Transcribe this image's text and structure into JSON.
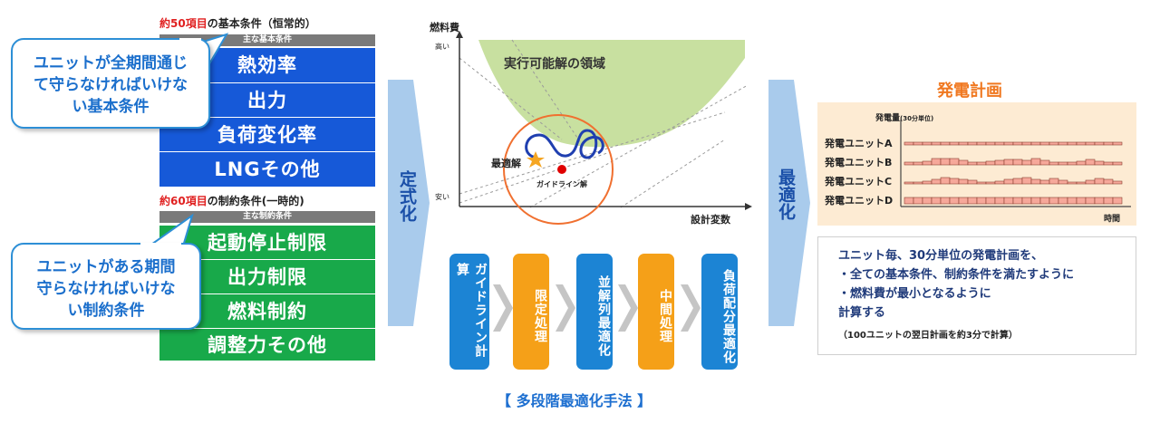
{
  "left": {
    "basic_caption_highlight": "約50項目",
    "basic_caption_rest": "の基本条件（恒常的）",
    "basic_header": "主な基本条件",
    "basic_items": [
      "熱効率",
      "出力",
      "負荷変化率",
      "LNGその他"
    ],
    "constraint_caption_highlight": "約60項目",
    "constraint_caption_rest": "の制約条件(一時的)",
    "constraint_header": "主な制約条件",
    "constraint_items": [
      "起動停止制限",
      "出力制限",
      "燃料制約",
      "調整力その他"
    ],
    "callout_top": "ユニットが全期間通じて守らなければいけない基本条件",
    "callout_bottom": "ユニットがある期間守らなければいけない制約条件"
  },
  "arrows": {
    "left_label": "定式化",
    "right_label": "最適化"
  },
  "chart": {
    "ylabel": "燃料費",
    "y_high": "高い",
    "y_low": "安い",
    "xlabel": "設計変数",
    "region_label": "実行可能解の領域",
    "optimum_label": "最適解",
    "guideline_label": "ガイドライン解"
  },
  "steps": [
    {
      "label": "ガイドライン計算",
      "color": "blue"
    },
    {
      "label": "限定処理",
      "color": "orange"
    },
    {
      "label": "並解列最適化",
      "color": "blue"
    },
    {
      "label": "中間処理",
      "color": "orange"
    },
    {
      "label": "負荷配分最適化",
      "color": "blue"
    }
  ],
  "method_label": "【 多段階最適化手法 】",
  "plan": {
    "title": "発電計画",
    "amount_label": "発電量",
    "amount_unit": "(30分単位)",
    "units": [
      "発電ユニットA",
      "発電ユニットB",
      "発電ユニットC",
      "発電ユニットD"
    ],
    "time_label": "時間"
  },
  "description": {
    "lines": [
      "ユニット毎、30分単位の発電計画を、",
      "・全ての基本条件、制約条件を満たすように",
      "・燃料費が最小となるように",
      "計算する"
    ],
    "note": "（100ユニットの翌日計画を約3分で計算）"
  },
  "colors": {
    "blue_block": "#1659d8",
    "green_block": "#18a94a",
    "feasible_region": "#c8e0a0",
    "circle": "#f07030",
    "star": "#f5a623",
    "guideline_dot": "#e00000",
    "plan_title": "#f07820",
    "plan_panel": "#fdebd3"
  }
}
